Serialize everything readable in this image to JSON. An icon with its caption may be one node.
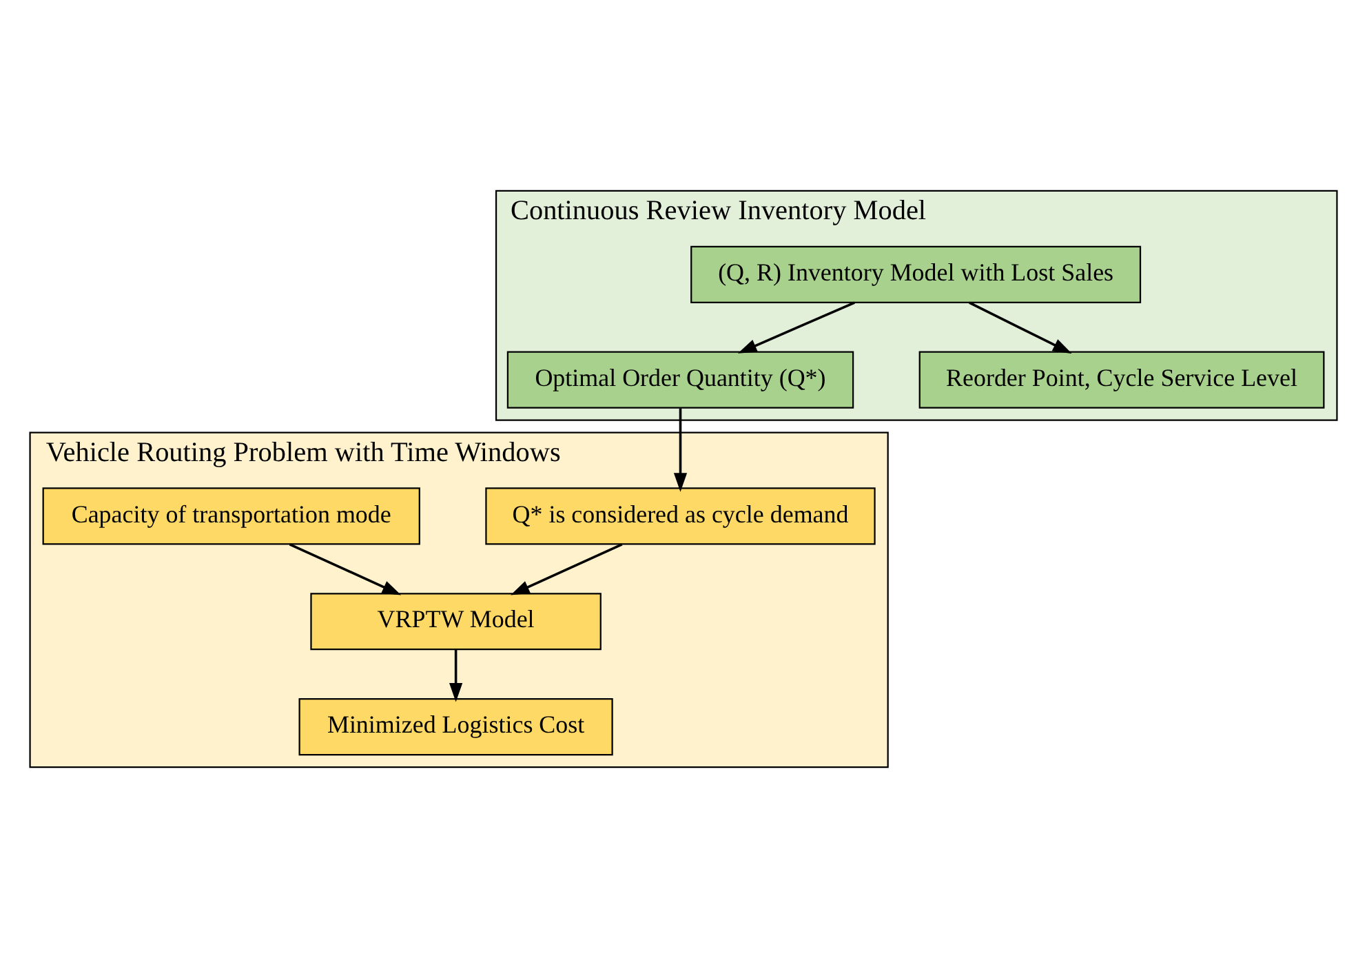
{
  "diagram": {
    "nodes": [
      {
        "text": [
          "Continuous Review Inventory Model"
        ]
      },
      {
        "text": [
          "(Q, R) Inventory Model with Lost Sales"
        ],
        "in": 0
      },
      {
        "text": [
          "Optimal Order Quantity (Q*)"
        ],
        "in": 0
      },
      {
        "text": [
          "Reorder Point, Cycle Service Level"
        ],
        "in": 0
      },
      {
        "text": [
          "Vehicle Routing Problem with Time Windows"
        ]
      },
      {
        "text": [
          "Q* is considered as cycle demand"
        ],
        "in": 4
      },
      {
        "text": [
          "Capacity of transportation mode"
        ],
        "in": 4
      },
      {
        "text": [
          "VRPTW Model"
        ],
        "in": 4
      },
      {
        "text": [
          "Minimized Logistics Cost"
        ],
        "in": 4
      }
    ],
    "edges": [
      {
        "from": 1,
        "to": 2,
        "arrow": "to"
      },
      {
        "from": 1,
        "to": 3,
        "arrow": "to"
      },
      {
        "from": 2,
        "to": 5,
        "arrow": "to"
      },
      {
        "from": 5,
        "to": 7,
        "arrow": "to"
      },
      {
        "from": 6,
        "to": 7,
        "arrow": "to"
      },
      {
        "from": 7,
        "to": 8,
        "arrow": "to"
      }
    ]
  }
}
